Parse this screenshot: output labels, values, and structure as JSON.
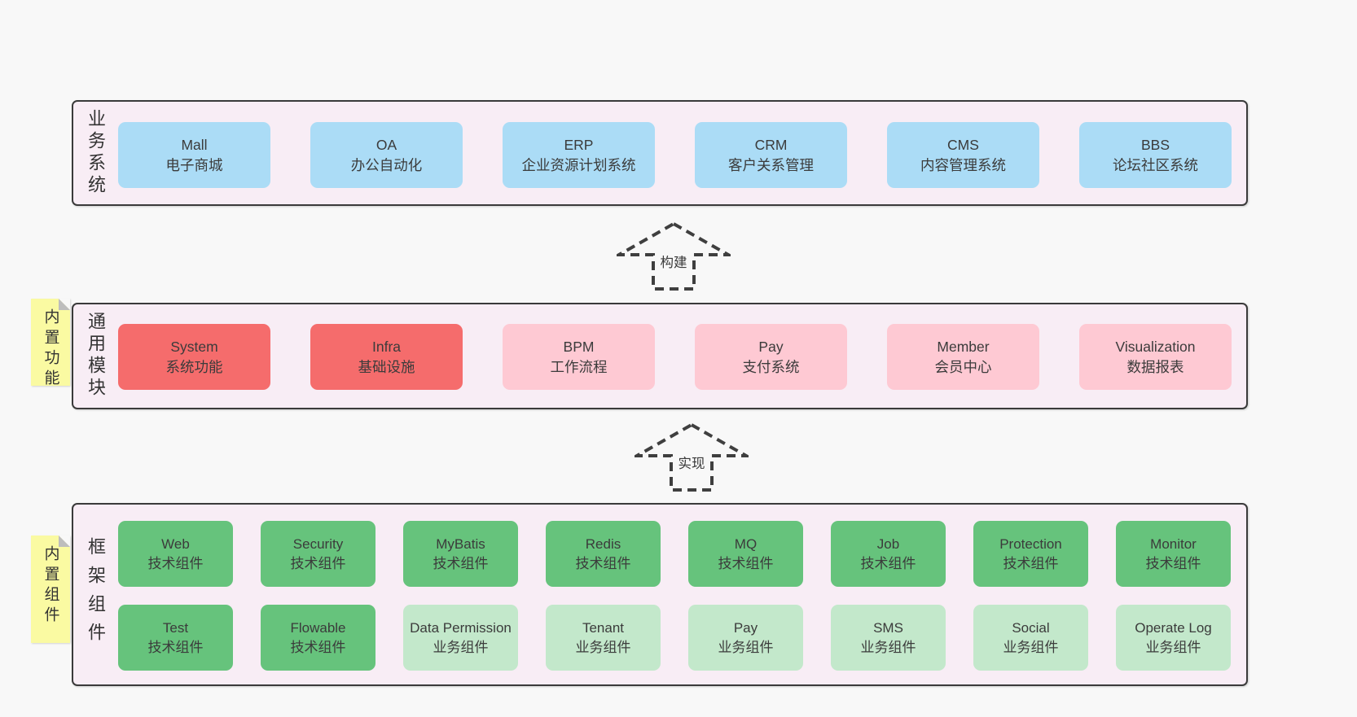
{
  "colors": {
    "page_bg": "#f8f8f8",
    "panel_bg": "#f8edf5",
    "panel_border": "#3a3a3a",
    "blue": "#abdcf6",
    "red": "#f56c6c",
    "pink": "#fec9d3",
    "green": "#66c37c",
    "lightgreen": "#c3e8cb",
    "note_bg": "#fafaa2",
    "note_fold": "#bdbdbd",
    "text": "#3b3b3b"
  },
  "arrows": [
    {
      "label": "构建"
    },
    {
      "label": "实现"
    }
  ],
  "panels": [
    {
      "id": "business-systems",
      "side_label": "业务系统",
      "boxes": [
        {
          "title": "Mall",
          "subtitle": "电子商城",
          "variant": "blue"
        },
        {
          "title": "OA",
          "subtitle": "办公自动化",
          "variant": "blue"
        },
        {
          "title": "ERP",
          "subtitle": "企业资源计划系统",
          "variant": "blue"
        },
        {
          "title": "CRM",
          "subtitle": "客户关系管理",
          "variant": "blue"
        },
        {
          "title": "CMS",
          "subtitle": "内容管理系统",
          "variant": "blue"
        },
        {
          "title": "BBS",
          "subtitle": "论坛社区系统",
          "variant": "blue"
        }
      ]
    },
    {
      "id": "common-modules",
      "side_label": "通用模块",
      "sticky_note": "内置功能",
      "boxes": [
        {
          "title": "System",
          "subtitle": "系统功能",
          "variant": "red"
        },
        {
          "title": "Infra",
          "subtitle": "基础设施",
          "variant": "red"
        },
        {
          "title": "BPM",
          "subtitle": "工作流程",
          "variant": "pink"
        },
        {
          "title": "Pay",
          "subtitle": "支付系统",
          "variant": "pink"
        },
        {
          "title": "Member",
          "subtitle": "会员中心",
          "variant": "pink"
        },
        {
          "title": "Visualization",
          "subtitle": "数据报表",
          "variant": "pink"
        }
      ]
    },
    {
      "id": "framework-components",
      "side_label": "框架组件",
      "sticky_note": "内置组件",
      "rows": [
        [
          {
            "title": "Web",
            "subtitle": "技术组件",
            "variant": "green"
          },
          {
            "title": "Security",
            "subtitle": "技术组件",
            "variant": "green"
          },
          {
            "title": "MyBatis",
            "subtitle": "技术组件",
            "variant": "green"
          },
          {
            "title": "Redis",
            "subtitle": "技术组件",
            "variant": "green"
          },
          {
            "title": "MQ",
            "subtitle": "技术组件",
            "variant": "green"
          },
          {
            "title": "Job",
            "subtitle": "技术组件",
            "variant": "green"
          },
          {
            "title": "Protection",
            "subtitle": "技术组件",
            "variant": "green"
          },
          {
            "title": "Monitor",
            "subtitle": "技术组件",
            "variant": "green"
          }
        ],
        [
          {
            "title": "Test",
            "subtitle": "技术组件",
            "variant": "green"
          },
          {
            "title": "Flowable",
            "subtitle": "技术组件",
            "variant": "green"
          },
          {
            "title": "Data Permission",
            "subtitle": "业务组件",
            "variant": "lightgreen"
          },
          {
            "title": "Tenant",
            "subtitle": "业务组件",
            "variant": "lightgreen"
          },
          {
            "title": "Pay",
            "subtitle": "业务组件",
            "variant": "lightgreen"
          },
          {
            "title": "SMS",
            "subtitle": "业务组件",
            "variant": "lightgreen"
          },
          {
            "title": "Social",
            "subtitle": "业务组件",
            "variant": "lightgreen"
          },
          {
            "title": "Operate Log",
            "subtitle": "业务组件",
            "variant": "lightgreen"
          }
        ]
      ]
    }
  ]
}
